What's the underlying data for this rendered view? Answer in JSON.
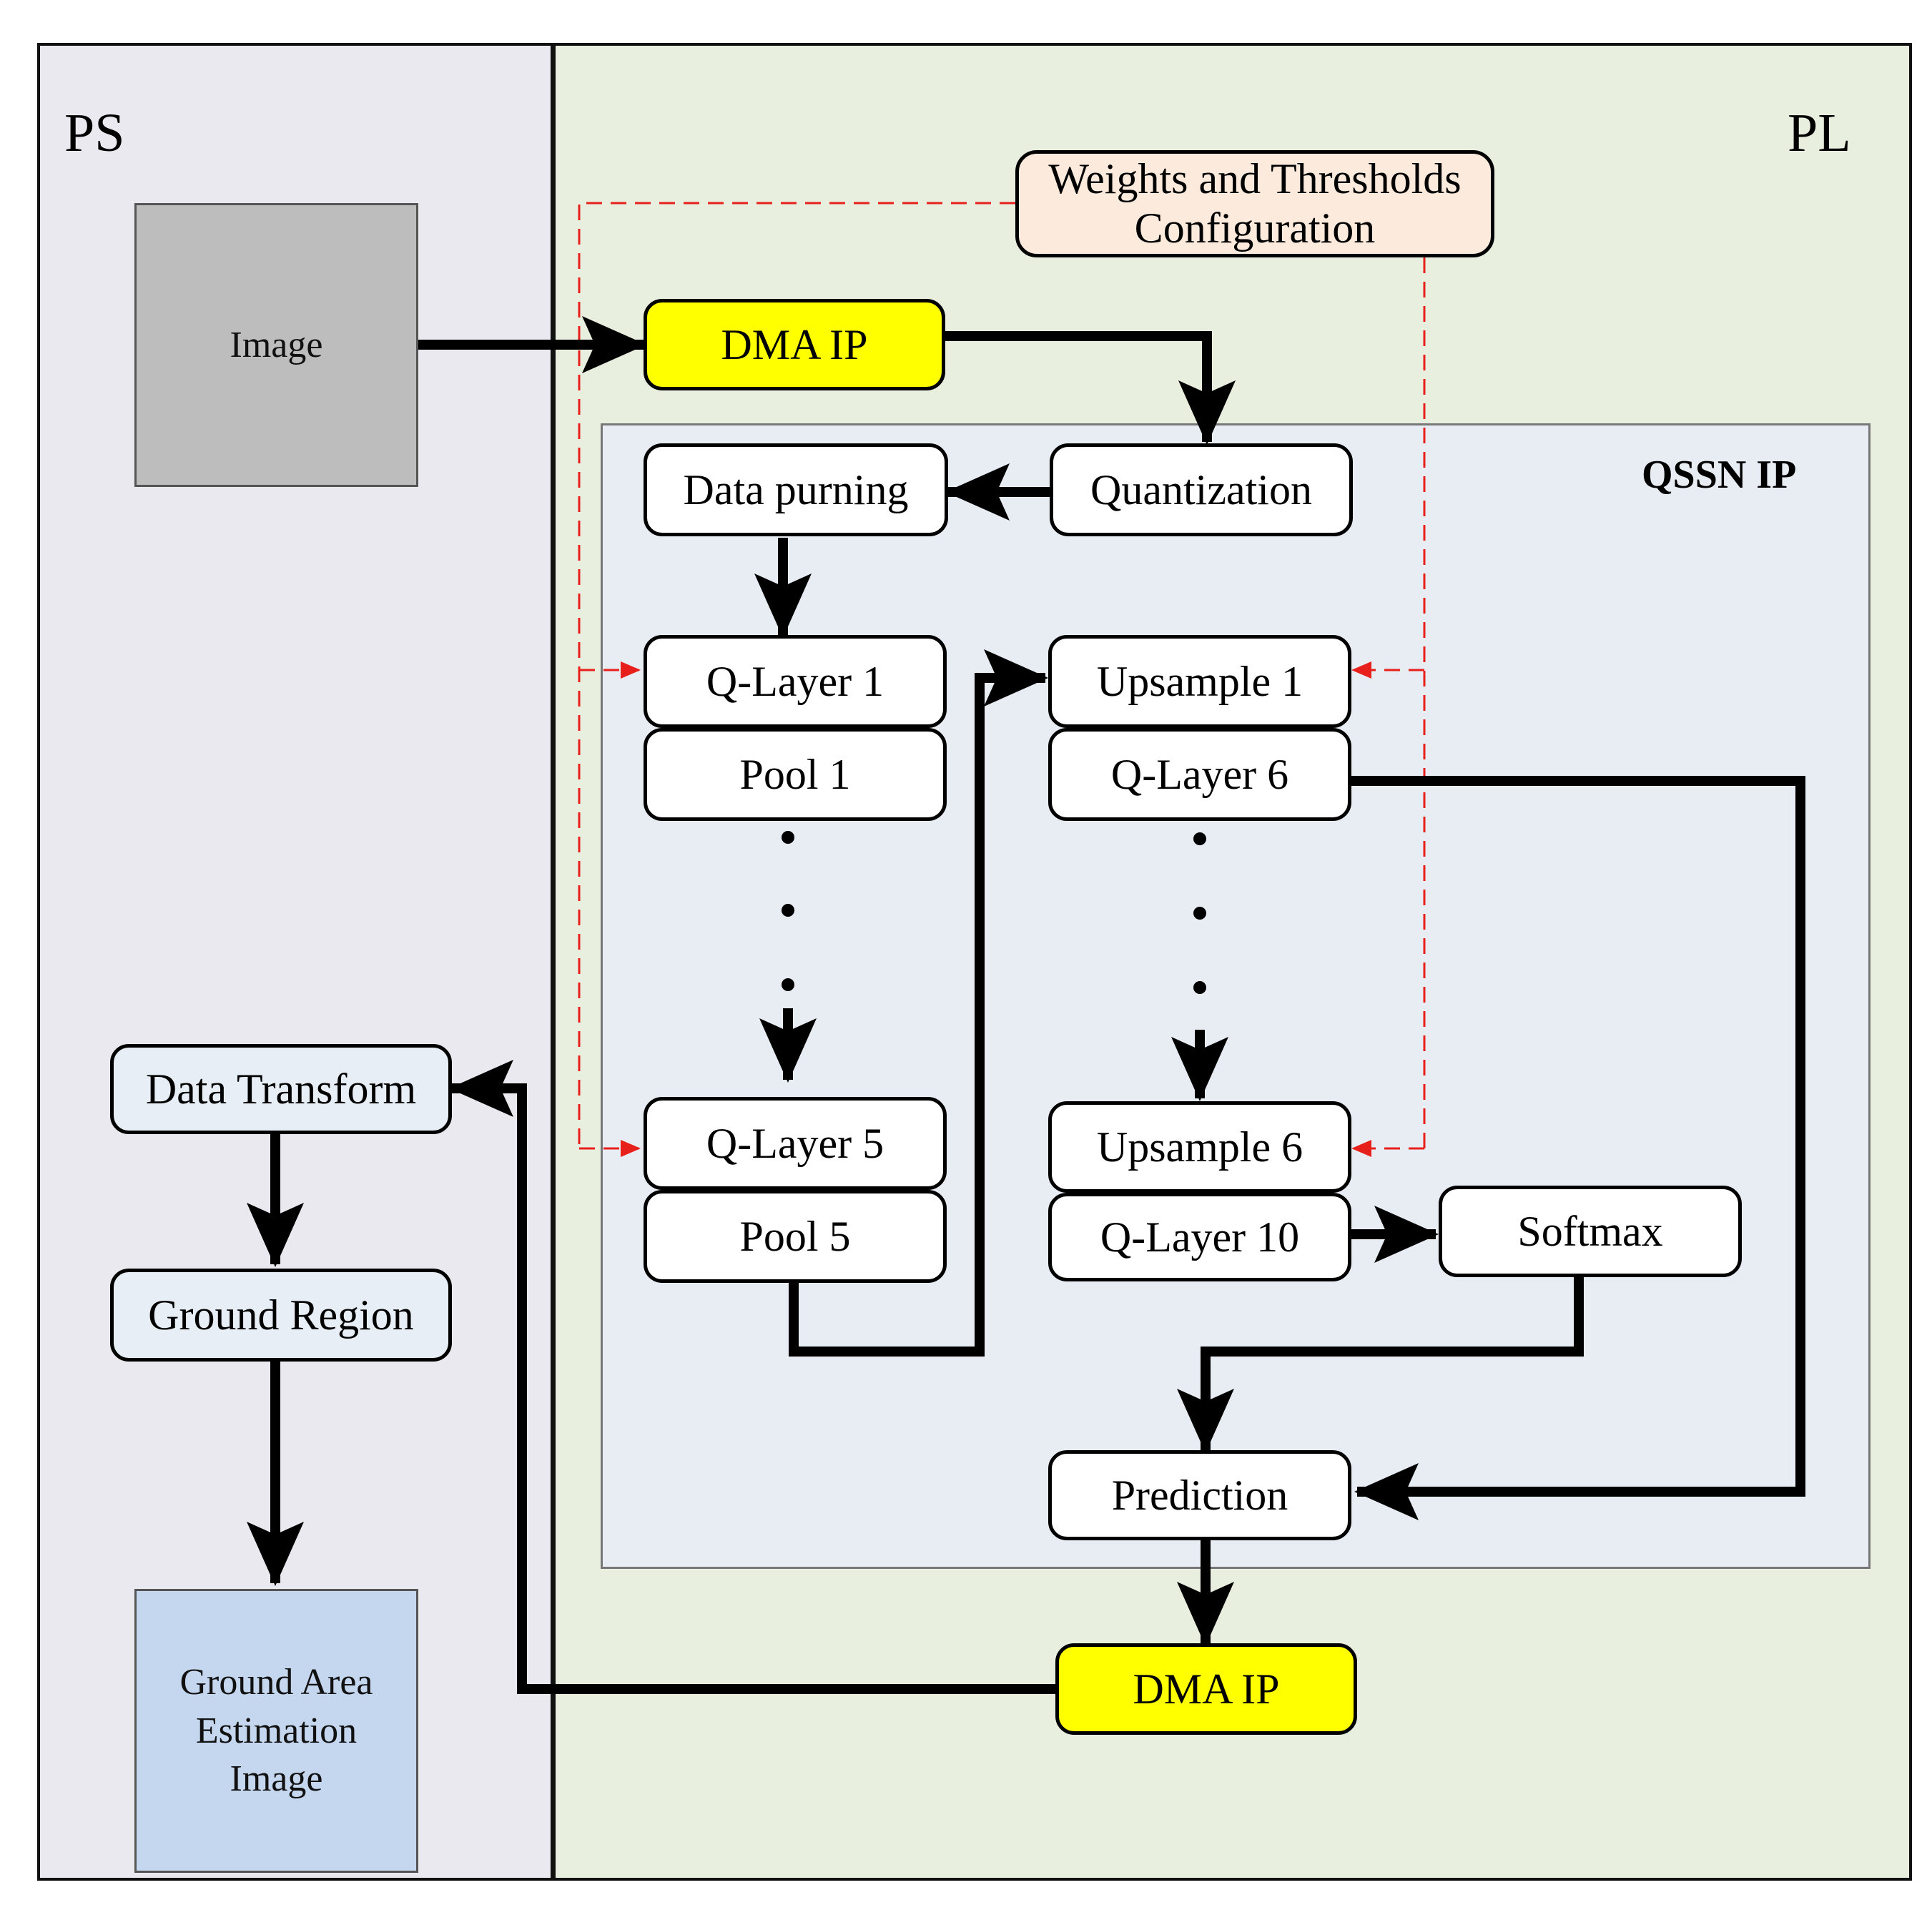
{
  "regions": {
    "ps": "PS",
    "pl": "PL",
    "qssn": "QSSN IP"
  },
  "blocks": {
    "image": "Image",
    "dma_in": "DMA IP",
    "weights": "Weights and Thresholds\nConfiguration",
    "data_purning": "Data purning",
    "quantization": "Quantization",
    "qlayer1": "Q-Layer 1",
    "pool1": "Pool 1",
    "qlayer5": "Q-Layer 5",
    "pool5": "Pool 5",
    "upsample1": "Upsample 1",
    "qlayer6": "Q-Layer 6",
    "upsample6": "Upsample 6",
    "qlayer10": "Q-Layer 10",
    "softmax": "Softmax",
    "prediction": "Prediction",
    "dma_out": "DMA IP",
    "data_transform": "Data Transform",
    "ground_region": "Ground Region",
    "ground_area_image": "Ground Area\nEstimation\nImage"
  },
  "colors": {
    "dma": "#ffff00",
    "config": "#fcebdc",
    "image_block": "#bdbdbd",
    "output_image": "#c5d7ef",
    "control_line": "#e8201c",
    "data_line": "#000000"
  }
}
